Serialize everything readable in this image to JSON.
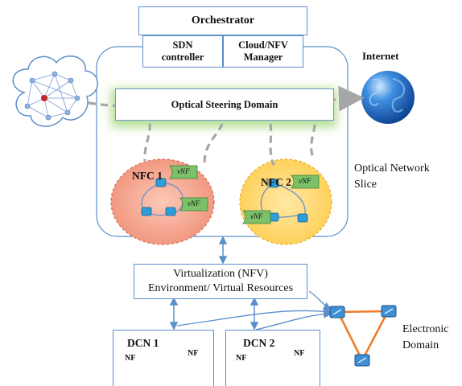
{
  "orchestrator": {
    "title": "Orchestrator",
    "sdn": "SDN controller",
    "cloud": "Cloud/NFV Manager"
  },
  "internet": {
    "label": "Internet"
  },
  "optical_steering": {
    "label": "Optical Steering Domain"
  },
  "nfc1": {
    "label": "NFC 1",
    "vnf_labels": [
      "vNF",
      "vNF"
    ]
  },
  "nfc2": {
    "label": "NFC 2",
    "vnf_labels": [
      "vNF",
      "vNF"
    ]
  },
  "slice": {
    "label": "Optical Network Slice"
  },
  "virtualization": {
    "line1": "Virtualization (NFV)",
    "line2": "Environment/ Virtual Resources"
  },
  "dcn1": {
    "label": "DCN 1",
    "nf_labels": [
      "NF",
      "NF"
    ]
  },
  "dcn2": {
    "label": "DCN 2",
    "nf_labels": [
      "NF",
      "NF"
    ]
  },
  "electronic_domain": {
    "label": "Electronic Domain"
  },
  "colors": {
    "box_border": "#5b8fc9",
    "steering_glow": "#9bd36a",
    "nfc1_fill": "#f4a58f",
    "nfc2_fill": "#ffd76a",
    "vnf_flag": "#7cc06a",
    "dashed_path": "#a6a6a6",
    "electronic_ring": "#ef7d2a",
    "globe": "#1d6fd1"
  },
  "icons": [
    "cloud-network-icon",
    "globe-icon",
    "switch-icon",
    "vnf-flag-icon",
    "nf-flag-icon",
    "server-icon"
  ]
}
